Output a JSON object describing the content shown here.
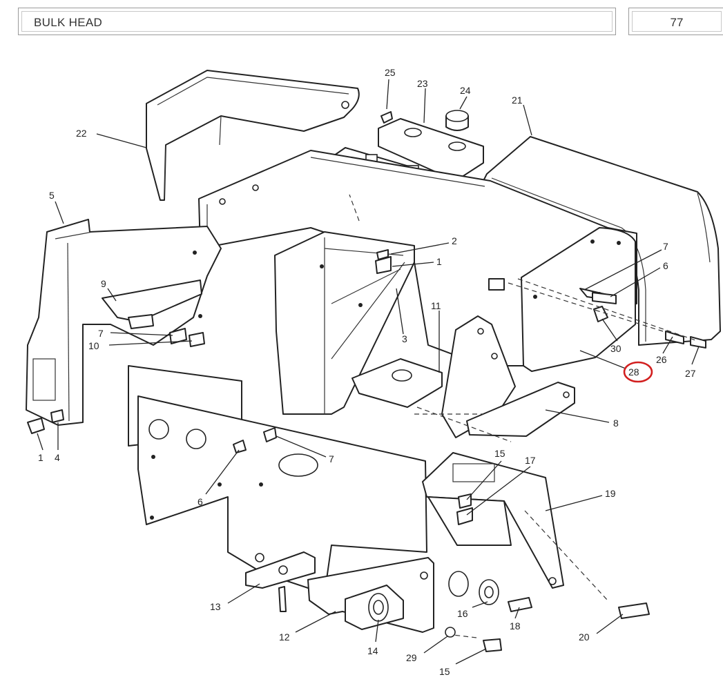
{
  "header": {
    "title": "BULK HEAD",
    "page_number": "77"
  },
  "highlight_color": "#d21f1f",
  "callouts": [
    {
      "id": "c25",
      "label": "25"
    },
    {
      "id": "c23",
      "label": "23"
    },
    {
      "id": "c24",
      "label": "24"
    },
    {
      "id": "c21",
      "label": "21"
    },
    {
      "id": "c22",
      "label": "22"
    },
    {
      "id": "c5",
      "label": "5"
    },
    {
      "id": "c2",
      "label": "2"
    },
    {
      "id": "c1a",
      "label": "1"
    },
    {
      "id": "c7a",
      "label": "7"
    },
    {
      "id": "c6a",
      "label": "6"
    },
    {
      "id": "c9",
      "label": "9"
    },
    {
      "id": "c3",
      "label": "3"
    },
    {
      "id": "c11",
      "label": "11"
    },
    {
      "id": "c7b",
      "label": "7"
    },
    {
      "id": "c10",
      "label": "10"
    },
    {
      "id": "c30",
      "label": "30"
    },
    {
      "id": "c26",
      "label": "26"
    },
    {
      "id": "c27",
      "label": "27"
    },
    {
      "id": "c28",
      "label": "28"
    },
    {
      "id": "c8",
      "label": "8"
    },
    {
      "id": "c1b",
      "label": "1"
    },
    {
      "id": "c4",
      "label": "4"
    },
    {
      "id": "c7c",
      "label": "7"
    },
    {
      "id": "c6b",
      "label": "6"
    },
    {
      "id": "c15a",
      "label": "15"
    },
    {
      "id": "c17",
      "label": "17"
    },
    {
      "id": "c19",
      "label": "19"
    },
    {
      "id": "c13",
      "label": "13"
    },
    {
      "id": "c16",
      "label": "16"
    },
    {
      "id": "c18",
      "label": "18"
    },
    {
      "id": "c12",
      "label": "12"
    },
    {
      "id": "c14",
      "label": "14"
    },
    {
      "id": "c29",
      "label": "29"
    },
    {
      "id": "c20",
      "label": "20"
    },
    {
      "id": "c15b",
      "label": "15"
    }
  ]
}
